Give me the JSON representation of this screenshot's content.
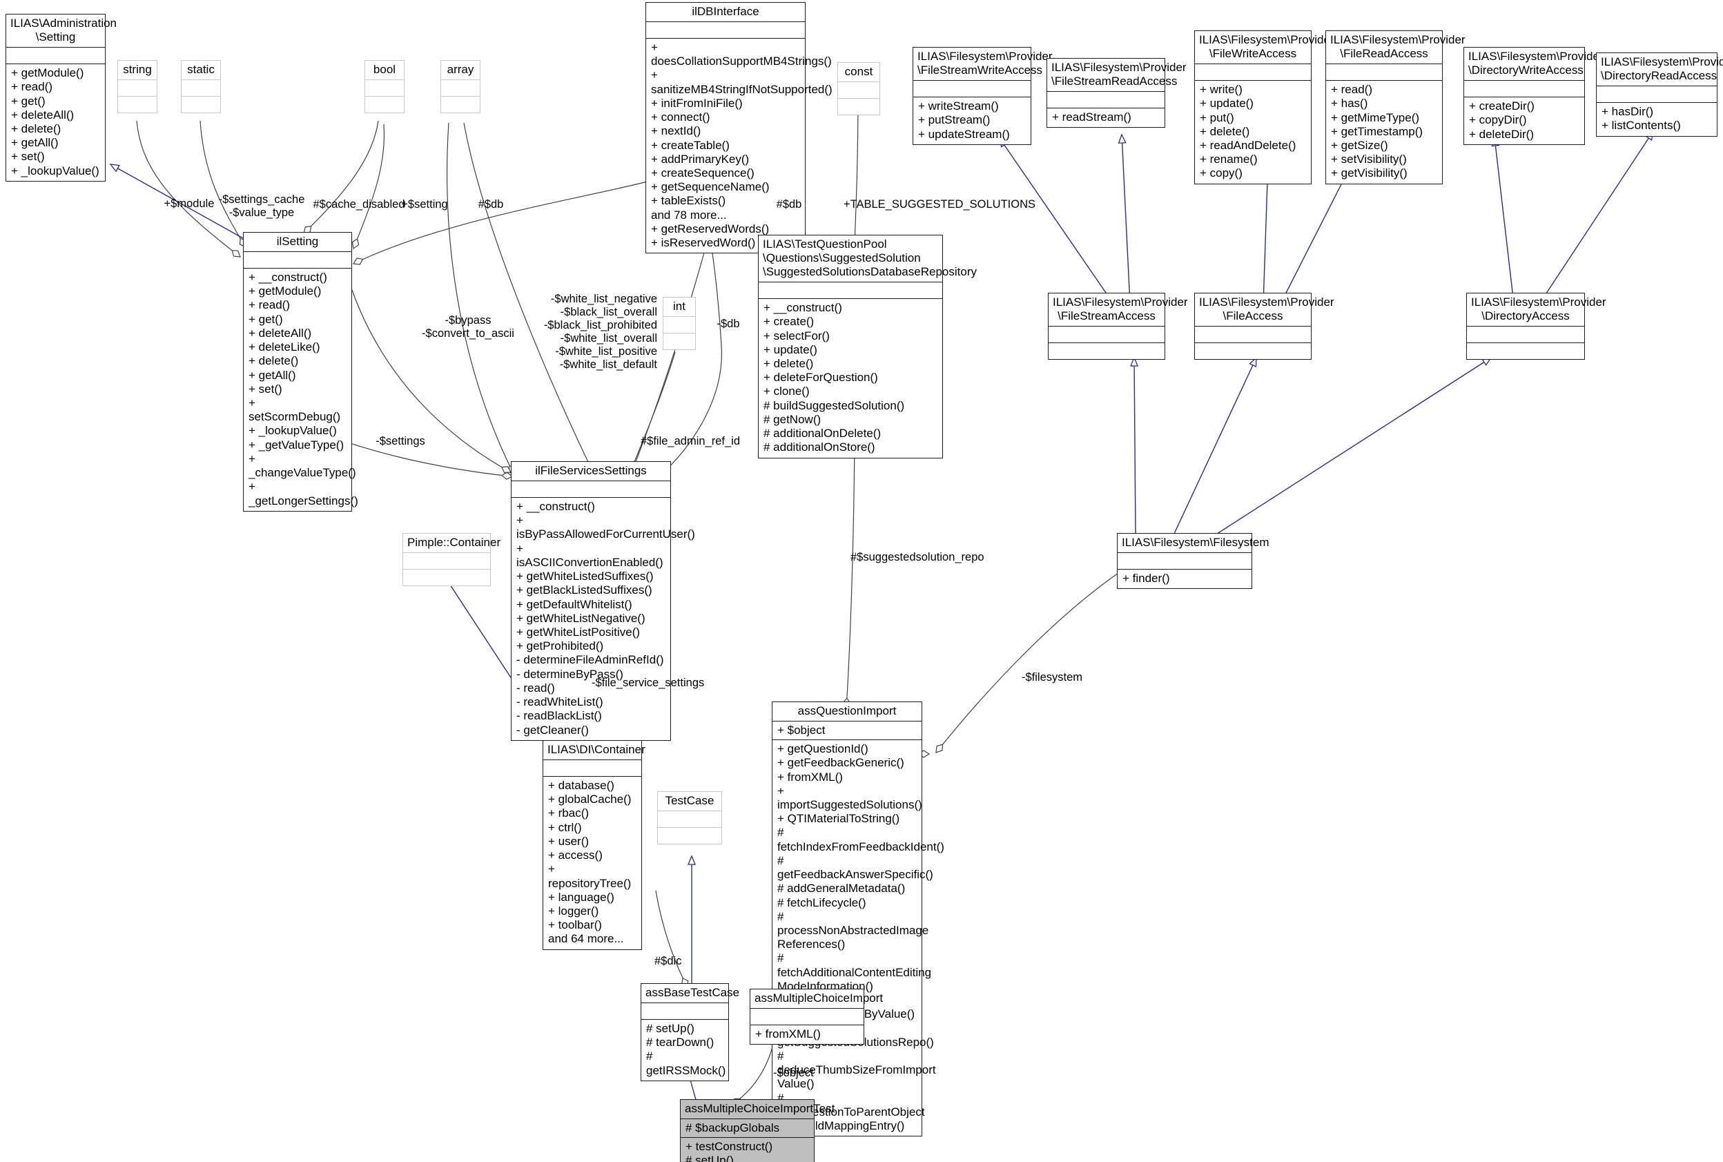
{
  "diagram": {
    "kind": "uml-class-diagram",
    "colors": {
      "inheritance_edge": "#2a2a8c",
      "association_edge": "#404040",
      "node_border": "#1a1a1a",
      "weak_node_border": "#c8c8c8",
      "highlight_fill": "#bfbfbf",
      "background": "#ffffff"
    }
  },
  "nodes": {
    "ilias_administration_setting": {
      "title": "ILIAS\\Administration\n\\Setting",
      "attrs": "",
      "ops": "+ getModule()\n+ read()\n+ get()\n+ deleteAll()\n+ delete()\n+ getAll()\n+ set()\n+ _lookupValue()"
    },
    "string": {
      "title": "string",
      "attrs": "",
      "ops": ""
    },
    "static": {
      "title": "static",
      "attrs": "",
      "ops": ""
    },
    "bool": {
      "title": "bool",
      "attrs": "",
      "ops": ""
    },
    "array": {
      "title": "array",
      "attrs": "",
      "ops": ""
    },
    "int": {
      "title": "int",
      "attrs": "",
      "ops": ""
    },
    "const": {
      "title": "const",
      "attrs": "",
      "ops": ""
    },
    "ildbinterface": {
      "title": "ilDBInterface",
      "attrs": "",
      "ops": "+ doesCollationSupportMB4Strings()\n+ sanitizeMB4StringIfNotSupported()\n+ initFromIniFile()\n+ connect()\n+ nextId()\n+ createTable()\n+ addPrimaryKey()\n+ createSequence()\n+ getSequenceName()\n+ tableExists()\nand 78 more...\n+ getReservedWords()\n+ isReservedWord()"
    },
    "ilsetting": {
      "title": "ilSetting",
      "attrs": "",
      "ops": "+ __construct()\n+ getModule()\n+ read()\n+ get()\n+ deleteAll()\n+ deleteLike()\n+ delete()\n+ getAll()\n+ set()\n+ setScormDebug()\n+ _lookupValue()\n+ _getValueType()\n+ _changeValueType()\n+ _getLongerSettings()"
    },
    "suggested_solutions_repo": {
      "title": "ILIAS\\TestQuestionPool\n\\Questions\\SuggestedSolution\n\\SuggestedSolutionsDatabaseRepository",
      "attrs": "",
      "ops": "+ __construct()\n+ create()\n+ selectFor()\n+ update()\n+ delete()\n+ deleteForQuestion()\n+ clone()\n# buildSuggestedSolution()\n# getNow()\n# additionalOnDelete()\n# additionalOnStore()"
    },
    "ilfileservicessettings": {
      "title": "ilFileServicesSettings",
      "attrs": "",
      "ops": "+ __construct()\n+ isByPassAllowedForCurrentUser()\n+ isASCIIConvertionEnabled()\n+ getWhiteListedSuffixes()\n+ getBlackListedSuffixes()\n+ getDefaultWhitelist()\n+ getWhiteListNegative()\n+ getWhiteListPositive()\n+ getProhibited()\n- determineFileAdminRefId()\n- determineByPass()\n- read()\n- readWhiteList()\n- readBlackList()\n- getCleaner()"
    },
    "filestreamwriteaccess": {
      "title": "ILIAS\\Filesystem\\Provider\n\\FileStreamWriteAccess",
      "attrs": "",
      "ops": "+ writeStream()\n+ putStream()\n+ updateStream()"
    },
    "filestreamreadaccess": {
      "title": "ILIAS\\Filesystem\\Provider\n\\FileStreamReadAccess",
      "attrs": "",
      "ops": "+ readStream()"
    },
    "filewriteaccess": {
      "title": "ILIAS\\Filesystem\\Provider\n\\FileWriteAccess",
      "attrs": "",
      "ops": "+ write()\n+ update()\n+ put()\n+ delete()\n+ readAndDelete()\n+ rename()\n+ copy()"
    },
    "filereadaccess": {
      "title": "ILIAS\\Filesystem\\Provider\n\\FileReadAccess",
      "attrs": "",
      "ops": "+ read()\n+ has()\n+ getMimeType()\n+ getTimestamp()\n+ getSize()\n+ setVisibility()\n+ getVisibility()"
    },
    "directorywriteaccess": {
      "title": "ILIAS\\Filesystem\\Provider\n\\DirectoryWriteAccess",
      "attrs": "",
      "ops": "+ createDir()\n+ copyDir()\n+ deleteDir()"
    },
    "directoryreadaccess": {
      "title": "ILIAS\\Filesystem\\Provider\n\\DirectoryReadAccess",
      "attrs": "",
      "ops": "+ hasDir()\n+ listContents()"
    },
    "filestreamaccess": {
      "title": "ILIAS\\Filesystem\\Provider\n\\FileStreamAccess",
      "attrs": "",
      "ops": ""
    },
    "fileaccess": {
      "title": "ILIAS\\Filesystem\\Provider\n\\FileAccess",
      "attrs": "",
      "ops": ""
    },
    "directoryaccess": {
      "title": "ILIAS\\Filesystem\\Provider\n\\DirectoryAccess",
      "attrs": "",
      "ops": ""
    },
    "filesystem": {
      "title": "ILIAS\\Filesystem\\Filesystem",
      "attrs": "",
      "ops": "+ finder()"
    },
    "pimple_container": {
      "title": "Pimple::Container",
      "attrs": "",
      "ops": ""
    },
    "di_container": {
      "title": "ILIAS\\DI\\Container",
      "attrs": "",
      "ops": "+ database()\n+ globalCache()\n+ rbac()\n+ ctrl()\n+ user()\n+ access()\n+ repositoryTree()\n+ language()\n+ logger()\n+ toolbar()\nand 64 more..."
    },
    "testcase": {
      "title": "TestCase",
      "attrs": "",
      "ops": ""
    },
    "assquestionimport": {
      "title": "assQuestionImport",
      "attrs": "+ $object",
      "ops": "+ getQuestionId()\n+ getFeedbackGeneric()\n+ fromXML()\n+ importSuggestedSolutions()\n+ QTIMaterialToString()\n# fetchIndexFromFeedbackIdent()\n# getFeedbackAnswerSpecific()\n# addGeneralMetadata()\n# fetchLifecycle()\n# processNonAbstractedImage\nReferences()\n# fetchAdditionalContentEditing\nModeInformation()\n# findSolutionTypeByValue()\n# getSuggestedSolutionsRepo()\n# deduceThumbSizeFromImport\nValue()\n# addQuestionToParentObject\nAndBuildMappingEntry()"
    },
    "assbasetestcase": {
      "title": "assBaseTestCase",
      "attrs": "",
      "ops": "# setUp()\n# tearDown()\n# getIRSSMock()"
    },
    "assmultiplechoiceimport": {
      "title": "assMultipleChoiceImport",
      "attrs": "",
      "ops": "+ fromXML()"
    },
    "assmultiplechoiceimporttest": {
      "title": "assMultipleChoiceImportTest",
      "attrs": "# $backupGlobals",
      "ops": "+ testConstruct()\n# setUp()"
    }
  },
  "edge_labels": {
    "module": "+$module",
    "settings_cache": "-$settings_cache\n-$value_type",
    "cache_disabled": "#$cache_disabled",
    "setting": "+$setting",
    "db_ilsetting": "#$db",
    "bypass": "-$bypass\n-$convert_to_ascii",
    "white_black_lists": "-$white_list_negative\n-$black_list_overall\n-$black_list_prohibited\n-$white_list_overall\n-$white_list_positive\n-$white_list_default",
    "db_repo": "-$db",
    "db_suggested": "#$db",
    "table_suggested_solutions": "+TABLE_SUGGESTED_SOLUTIONS",
    "settings": "-$settings",
    "file_admin_ref_id": "#$file_admin_ref_id",
    "file_service_settings": "-$file_service_settings",
    "suggestedsolution_repo": "#$suggestedsolution_repo",
    "filesystem_ref": "-$filesystem",
    "dic": "#$dic",
    "object": "-$object"
  }
}
